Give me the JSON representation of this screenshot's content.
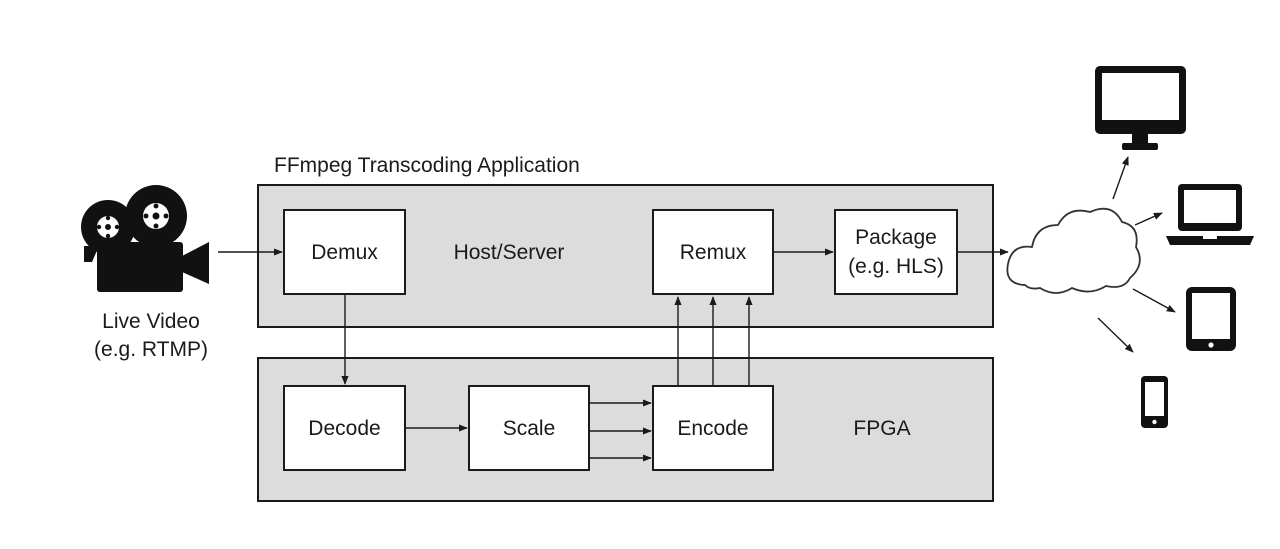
{
  "app_title": "FFmpeg Transcoding Application",
  "host_label": "Host/Server",
  "fpga_label": "FPGA",
  "source": {
    "line1": "Live Video",
    "line2": "(e.g. RTMP)",
    "icon": "movie-camera-icon"
  },
  "blocks": {
    "demux": "Demux",
    "remux": "Remux",
    "package_line1": "Package",
    "package_line2": "(e.g. HLS)",
    "decode": "Decode",
    "scale": "Scale",
    "encode": "Encode"
  },
  "cloud": {
    "icon": "cloud-icon"
  },
  "devices": [
    {
      "icon": "desktop-monitor-icon"
    },
    {
      "icon": "laptop-icon"
    },
    {
      "icon": "tablet-icon"
    },
    {
      "icon": "smartphone-icon"
    }
  ],
  "colors": {
    "region_fill": "#dcdcdc",
    "stroke": "#1a1a1a",
    "box_fill": "#ffffff"
  }
}
